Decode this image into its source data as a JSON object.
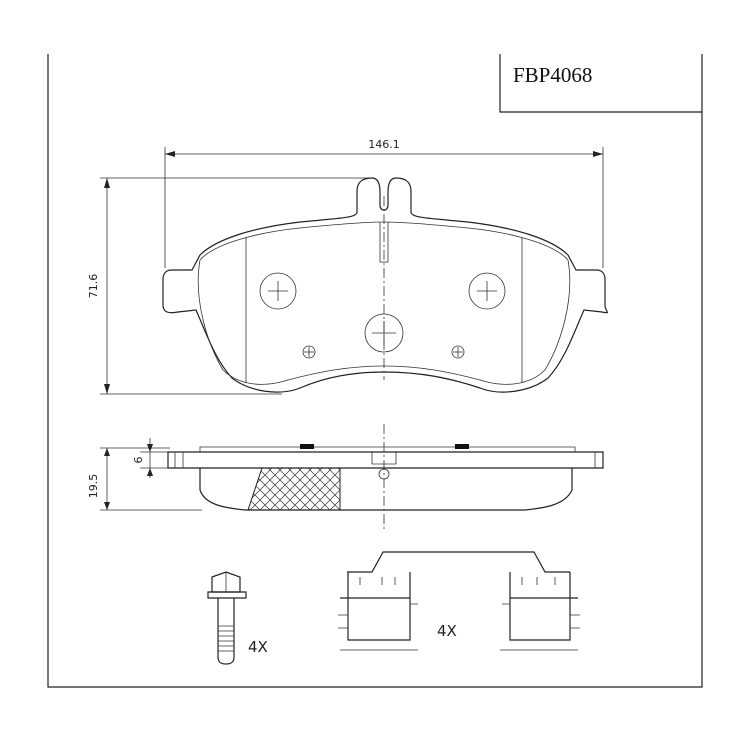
{
  "part_number": "FBP4068",
  "dimensions": {
    "width": "146.1",
    "height": "71.6",
    "thickness_total": "19.5",
    "backplate": "6"
  },
  "quantities": {
    "bolt": "4X",
    "clip": "4X"
  }
}
